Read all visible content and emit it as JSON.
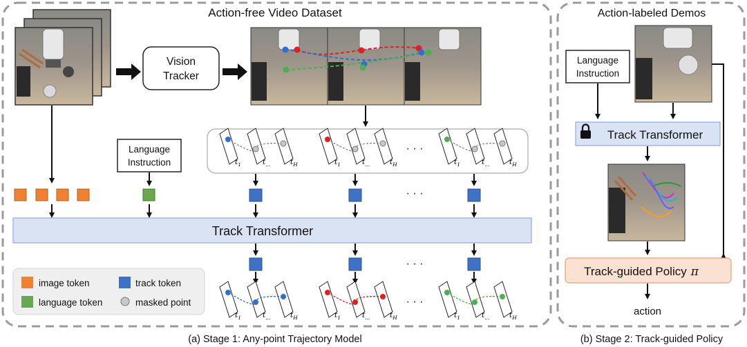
{
  "panel_a": {
    "title": "Action-free Video Dataset",
    "caption": "(a) Stage 1: Any-point Trajectory Model",
    "vision_tracker": [
      "Vision",
      "Tracker"
    ],
    "language_instruction": [
      "Language",
      "Instruction"
    ],
    "track_transformer": "Track Transformer",
    "ellipsis": "· · ·",
    "time_labels": [
      "t",
      "t",
      "t"
    ],
    "time_subscripts": [
      "1",
      "...",
      "H"
    ],
    "legend": {
      "image_token": "image token",
      "track_token": "track token",
      "language_token": "language token",
      "masked_point": "masked point"
    }
  },
  "panel_b": {
    "title": "Action-labeled Demos",
    "caption": "(b) Stage 2: Track-guided Policy",
    "language_instruction": [
      "Language",
      "Instruction"
    ],
    "track_transformer": "Track Transformer",
    "policy": "Track-guided Policy",
    "policy_symbol": "π",
    "action": "action"
  },
  "colors": {
    "image_token": "#ef8232",
    "language_token": "#6aa84f",
    "track_token": "#3f72c4",
    "masked_point": "#c8c8c8",
    "track_transformer_fill": "#dae3f3",
    "policy_fill": "#fbe1d1",
    "track_blue": "#2f6fd0",
    "track_red": "#e02020",
    "track_green": "#4caf50",
    "panel_border": "#9a9a9a"
  }
}
